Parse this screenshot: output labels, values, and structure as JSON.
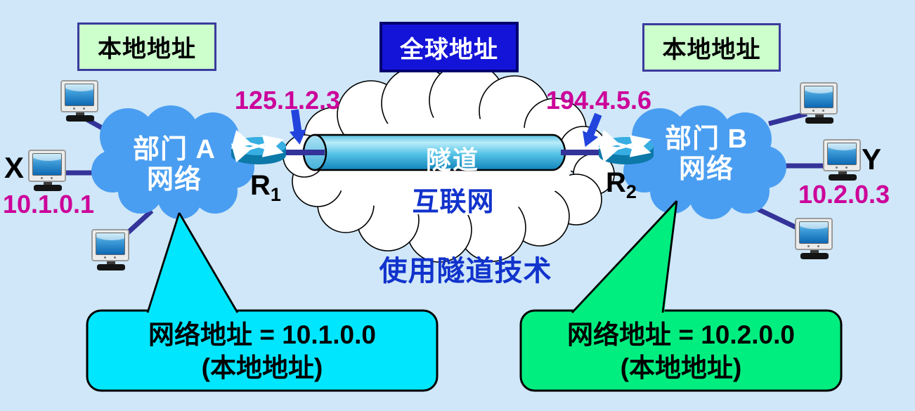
{
  "title_labels": {
    "local_left": "本地地址",
    "global": "全球地址",
    "local_right": "本地地址"
  },
  "addresses": {
    "r1_global": "125.1.2.3",
    "r2_global": "194.4.5.6",
    "host_x": "10.1.0.1",
    "host_y": "10.2.0.3"
  },
  "hosts": {
    "x": "X",
    "y": "Y"
  },
  "clouds": {
    "dept_a": {
      "line1": "部门 A",
      "line2": "网络"
    },
    "dept_b": {
      "line1": "部门 B",
      "line2": "网络"
    },
    "internet": "互联网"
  },
  "tunnel": {
    "label": "隧道"
  },
  "caption": "使用隧道技术",
  "routers": {
    "r1": {
      "base": "R",
      "sub": "1"
    },
    "r2": {
      "base": "R",
      "sub": "2"
    }
  },
  "callouts": {
    "a": {
      "line1": "网络地址 = 10.1.0.0",
      "line2": "(本地地址)"
    },
    "b": {
      "line1": "网络地址 = 10.2.0.0",
      "line2": "(本地地址)"
    }
  },
  "colors": {
    "background": "#cfe7f8",
    "dept_cloud": "#4a9ef1",
    "internet_cloud": "#ffffff",
    "magenta_text": "#cc0099",
    "link_line": "#333399",
    "blue_text": "#1133cc",
    "arrow_blue": "#2244dd",
    "label_green_bg": "#ccffcc",
    "label_blue_bg": "#1414d8",
    "callout_a_bg": "#00e6ff",
    "callout_b_bg": "#00ee80",
    "tunnel_top": "#b9ecfa",
    "tunnel_bottom": "#1183ba"
  }
}
